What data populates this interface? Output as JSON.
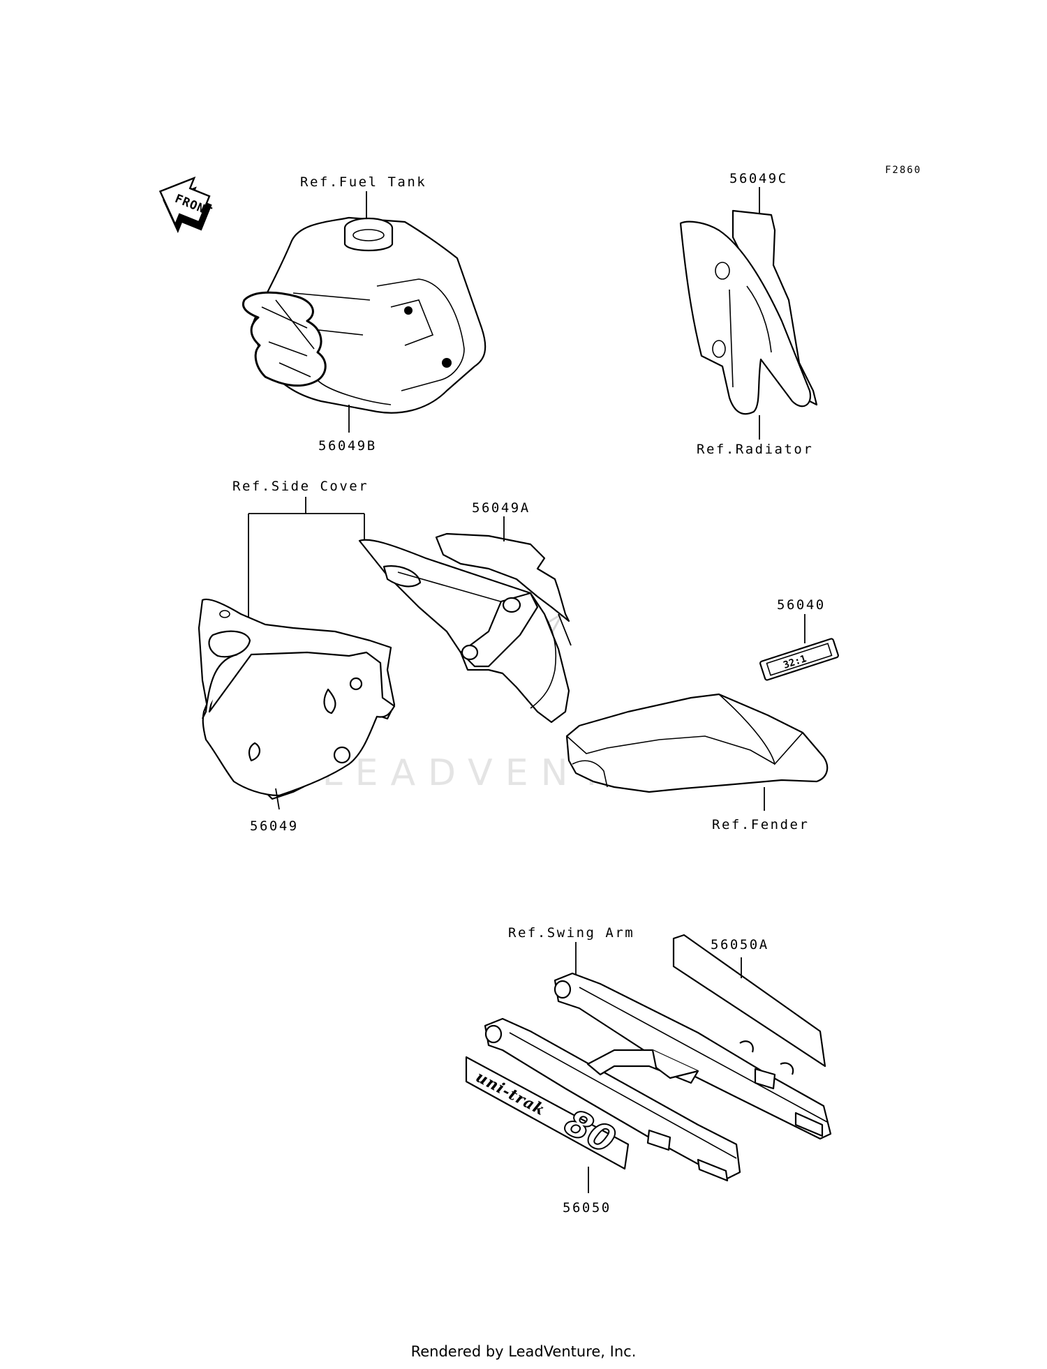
{
  "figure_code": "F2860",
  "front_label": "FRONT",
  "watermark": "LEADVENTURE",
  "callouts": {
    "ref_fuel_tank": "Ref.Fuel Tank",
    "part_56049B": "56049B",
    "part_56049C": "56049C",
    "ref_radiator": "Ref.Radiator",
    "ref_side_cover": "Ref.Side Cover",
    "part_56049A": "56049A",
    "part_56040": "56040",
    "part_56049": "56049",
    "ref_fender": "Ref.Fender",
    "ref_swing_arm": "Ref.Swing Arm",
    "part_56050A": "56050A",
    "part_56050": "56050"
  },
  "decals": {
    "ratio_label": "32:1",
    "uni_trak": "uni-trak",
    "number_80": "80"
  },
  "footer": "Rendered by LeadVenture, Inc."
}
